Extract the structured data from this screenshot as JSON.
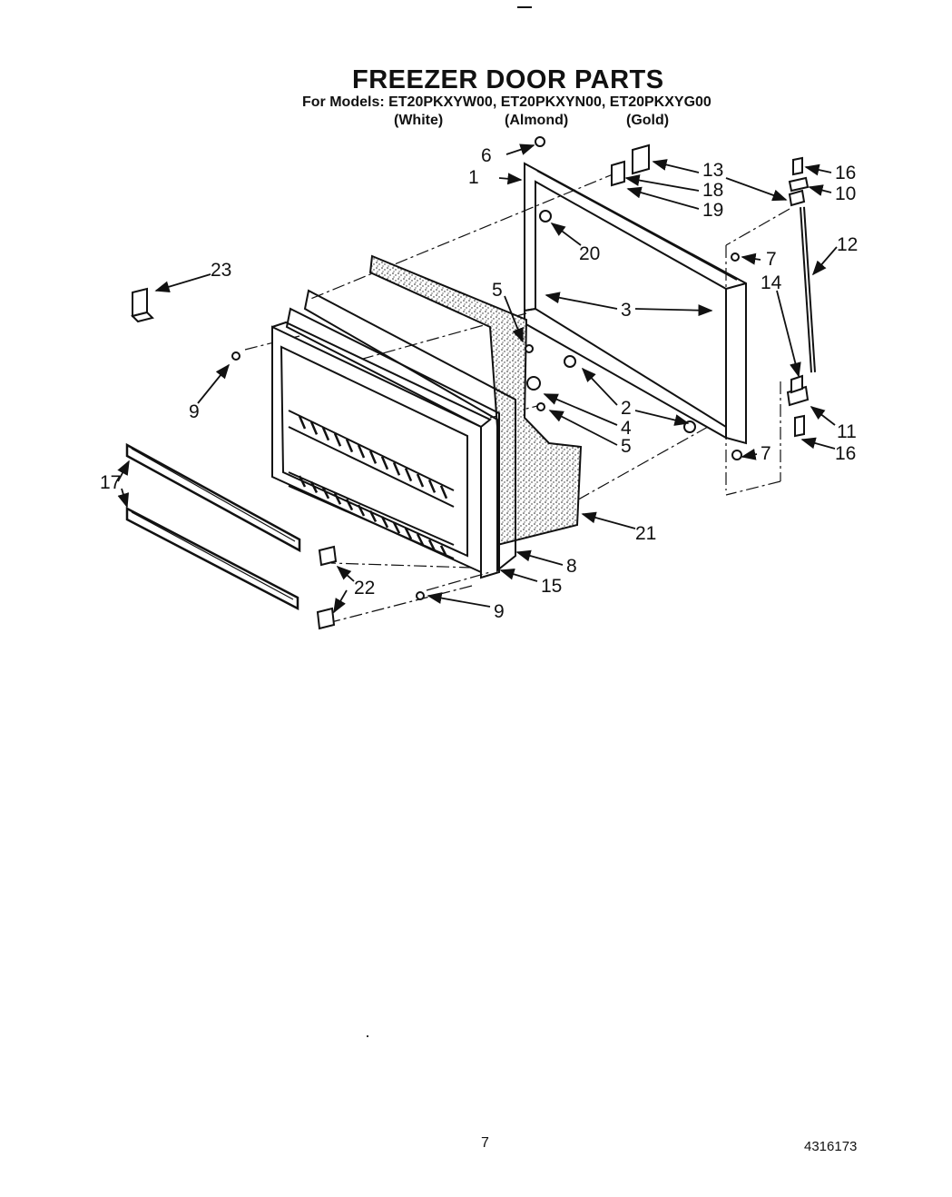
{
  "header": {
    "title": "FREEZER DOOR PARTS",
    "models_line": "For Models: ET20PKXYW00, ET20PKXYN00, ET20PKXYG00",
    "colors": [
      "(White)",
      "(Almond)",
      "(Gold)"
    ]
  },
  "callouts": {
    "c1": "1",
    "c2": "2",
    "c3": "3",
    "c4": "4",
    "c5a": "5",
    "c5b": "5",
    "c6": "6",
    "c7a": "7",
    "c7b": "7",
    "c8": "8",
    "c9a": "9",
    "c9b": "9",
    "c10": "10",
    "c11": "11",
    "c12": "12",
    "c13": "13",
    "c14": "14",
    "c15": "15",
    "c16a": "16",
    "c16b": "16",
    "c17": "17",
    "c18": "18",
    "c19": "19",
    "c20": "20",
    "c21": "21",
    "c22": "22",
    "c23": "23"
  },
  "footer": {
    "page_number": "7",
    "document_number": "4316173"
  }
}
